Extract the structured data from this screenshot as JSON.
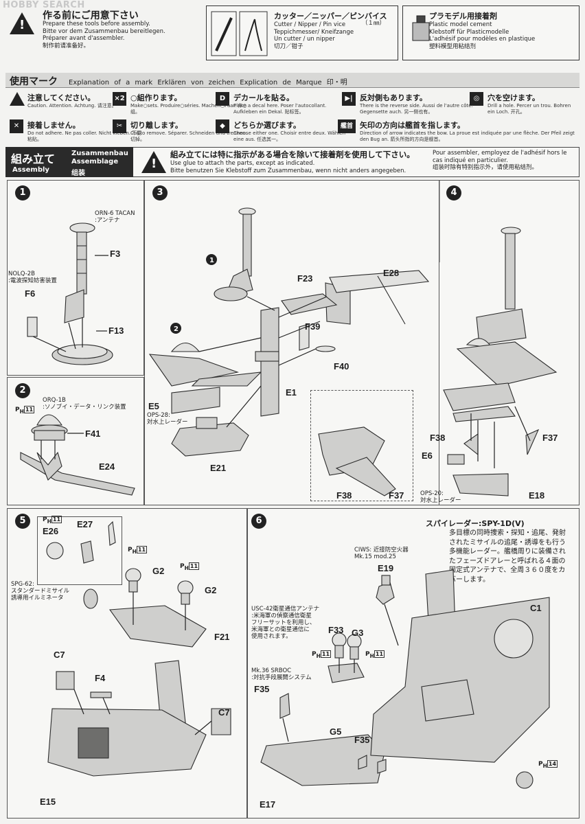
{
  "watermark": "HOBBY SEARCH",
  "header": {
    "warning_title": "作る前にご用意下さい",
    "warning_lines": [
      "Prepare these tools before assembly.",
      "Bitte vor dem Zusammenbau bereitlegen.",
      "Préparer avant d'assembler.",
      "制作前请准备好。"
    ],
    "tools_title": "カッター／ニッパー／ピンバイス",
    "tools_size": "（１㎜）",
    "tools_lines": [
      "Cutter / Nipper / Pin vice",
      "Teppichmesser/ Kneifzange",
      "Un cutter / un nipper",
      "切刀／钳子"
    ],
    "glue_title": "プラモデル用接着剤",
    "glue_lines": [
      "Plastic model cement",
      "Klebstoff für Plasticmodelle",
      "L'adhésif pour modèles en plastique",
      "塑料模型用粘结剂"
    ]
  },
  "marks": {
    "title": "使用マーク",
    "subtitle": "Explanation of a mark  Erklären von zeichen  Explication de Marque  印・明",
    "items": [
      {
        "icon": "!",
        "jp": "注意してください。",
        "sub": "Caution.  Attention.  Achtung.  请注意。"
      },
      {
        "icon": "×2",
        "jp": "○組作ります。",
        "sub": "Make○sets. Produire○séries. Machen○Paar. 作○组。"
      },
      {
        "icon": "D",
        "jp": "デカールを貼る。",
        "sub": "Place a decal here. Poser l'autocollant. Aufkleben ein Dekal. 贴标签。"
      },
      {
        "icon": "▶|",
        "jp": "反対側もあります。",
        "sub": "There is the reverse side. Aussi de l'autre côté. Gegensette auch. 另一侧也有。"
      },
      {
        "icon": "◎",
        "jp": "穴を空けます。",
        "sub": "Drill a hole.  Percer un trou. Bohren ein Loch.  开孔。"
      },
      {
        "icon": "✕",
        "jp": "接着しません。",
        "sub": "Do not adhere.  Ne pas coller. Nicht kleben.  不要粘贴。"
      },
      {
        "icon": "✂",
        "jp": "切り離します。",
        "sub": "Cut to remove. Séparer. Schneiden und trennen. 切掉。"
      },
      {
        "icon": "◆",
        "jp": "どちらか選びます。",
        "sub": "Choose either one. Choisir entre deux. Wählen eine aus.  任选其一。"
      },
      {
        "icon": "艦首",
        "jp": "矢印の方向は艦首を指します。",
        "sub": "Direction of arrow indicates the bow. La proue est indiquée par une flèche. Der Pfeil zeigt den Bug an.  箭头所指的方向是舰首。"
      }
    ]
  },
  "assembly": {
    "jp": "組み立て",
    "en": "Assembly",
    "de": "Zusammenbau",
    "fr": "Assemblage",
    "cn": "组装",
    "note_jp": "組み立てには特に指示がある場合を除いて接着剤を使用して下さい。",
    "note_en": "Use glue to attach the parts, except as indicated.",
    "note_de": "Bitte benutzen Sie Klebstoff zum Zusammenbau, wenn nicht anders angegeben.",
    "note_fr": "Pour assembler, employez de l'adhésif hors le cas indiqué en particulier.",
    "note_cn": "组装时除有特别指示外，请使用粘结剂。"
  },
  "steps": {
    "s1": {
      "num": "1",
      "notes": [
        "ORN-6 TACAN",
        ":アンテナ",
        "NOLQ-2B",
        ":電波探知妨害装置"
      ],
      "parts": [
        "F3",
        "F6",
        "F13"
      ]
    },
    "s2": {
      "num": "2",
      "ph": "11",
      "notes": [
        "ORQ-1B",
        ":ソノブイ・データ・リンク装置"
      ],
      "parts": [
        "F41",
        "E24"
      ]
    },
    "s3": {
      "num": "3",
      "notes": [
        "OPS-28:",
        "対水上レーダー"
      ],
      "parts": [
        "F23",
        "E28",
        "F39",
        "F40",
        "E1",
        "E5",
        "E21"
      ],
      "subs": [
        "1",
        "2"
      ]
    },
    "s4": {
      "num": "4",
      "notes": [
        "OPS-20:",
        "対水上レーダー"
      ],
      "parts": [
        "F38",
        "F37",
        "E6",
        "E18",
        "F38",
        "F37"
      ]
    },
    "s5": {
      "num": "5",
      "ph": [
        "11",
        "11",
        "11"
      ],
      "notes": [
        "SPG-62:",
        "スタンダードミサイル",
        "誘導用イルミネータ"
      ],
      "parts": [
        "E26",
        "E27",
        "G2",
        "G2",
        "F21",
        "C7",
        "F4",
        "C7",
        "E15"
      ]
    },
    "s6": {
      "num": "6",
      "ph": [
        "11",
        "11",
        "14"
      ],
      "notes_ciws": [
        "CIWS: 近接防空火器",
        "Mk.15 mod.25"
      ],
      "notes_usc": [
        "USC-42衛星通信アンテナ",
        ":米海軍の偵察通信衛星",
        "フリーサットを利用し、",
        "米海軍との衛星通信に",
        "使用されます。"
      ],
      "notes_srboc": [
        "Mk.36 SRBOC",
        ":対抗手段展開システム"
      ],
      "parts": [
        "E19",
        "C1",
        "F33",
        "G3",
        "F35",
        "G5",
        "F35",
        "E17"
      ],
      "spy_title": "スパイレーダー:SPY-1D(V)",
      "spy_lines": [
        "多目標の同時捜索・探知・追尾、発射",
        "されたミサイルの追尾・誘導をも行う",
        "多機能レーダー。艦橋周りに装備され",
        "たフェーズドアレーと呼ばれる４面の",
        "固定式アンテナで、全周３６０度をカ",
        "バーします。"
      ]
    }
  }
}
